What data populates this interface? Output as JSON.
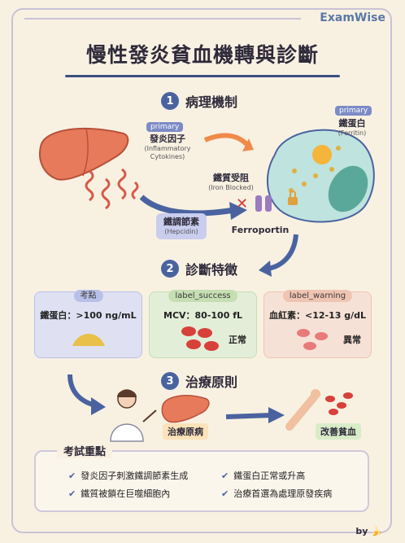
{
  "brand": "ExamWise",
  "title": "慢性發炎貧血機轉與診斷",
  "sections": [
    {
      "num": "1",
      "title": "病理機制"
    },
    {
      "num": "2",
      "title": "診斷特徵"
    },
    {
      "num": "3",
      "title": "治療原則"
    }
  ],
  "mechanism": {
    "primary_tag_1": "primary",
    "cytokines_zh": "發炎因子",
    "cytokines_en": "(Inflammatory Cytokines)",
    "primary_tag_2": "primary",
    "ferritin_zh": "鐵蛋白",
    "ferritin_en": "(Ferritin)",
    "blocked_zh": "鐵質受阻",
    "blocked_en": "(Iron Blocked)",
    "hepcidin_zh": "鐵調節素",
    "hepcidin_en": "(Hepcidin)",
    "ferroportin": "Ferroportin"
  },
  "cards": [
    {
      "tag": "考點",
      "value": "鐵蛋白：>100 ng/mL",
      "note": "",
      "color": "#dfe1f3",
      "tagcolor": "#b9c0e8"
    },
    {
      "tag": "label_success",
      "value": "MCV：80-100 fL",
      "note": "正常",
      "color": "#e3eed8",
      "tagcolor": "#c5deb2"
    },
    {
      "tag": "label_warning",
      "value": "血紅素：<12-13 g/dL",
      "note": "異常",
      "color": "#f6e1d6",
      "tagcolor": "#f0c4b2"
    }
  ],
  "treatment": {
    "cause": "治療原病",
    "improve": "改善貧血"
  },
  "key_points": {
    "title": "考試重點",
    "items": [
      "發炎因子刺激鐵調節素生成",
      "鐵蛋白正常或升高",
      "鐵質被鎖在巨噬細胞內",
      "治療首選為處理原發疾病"
    ]
  },
  "footer": "by"
}
